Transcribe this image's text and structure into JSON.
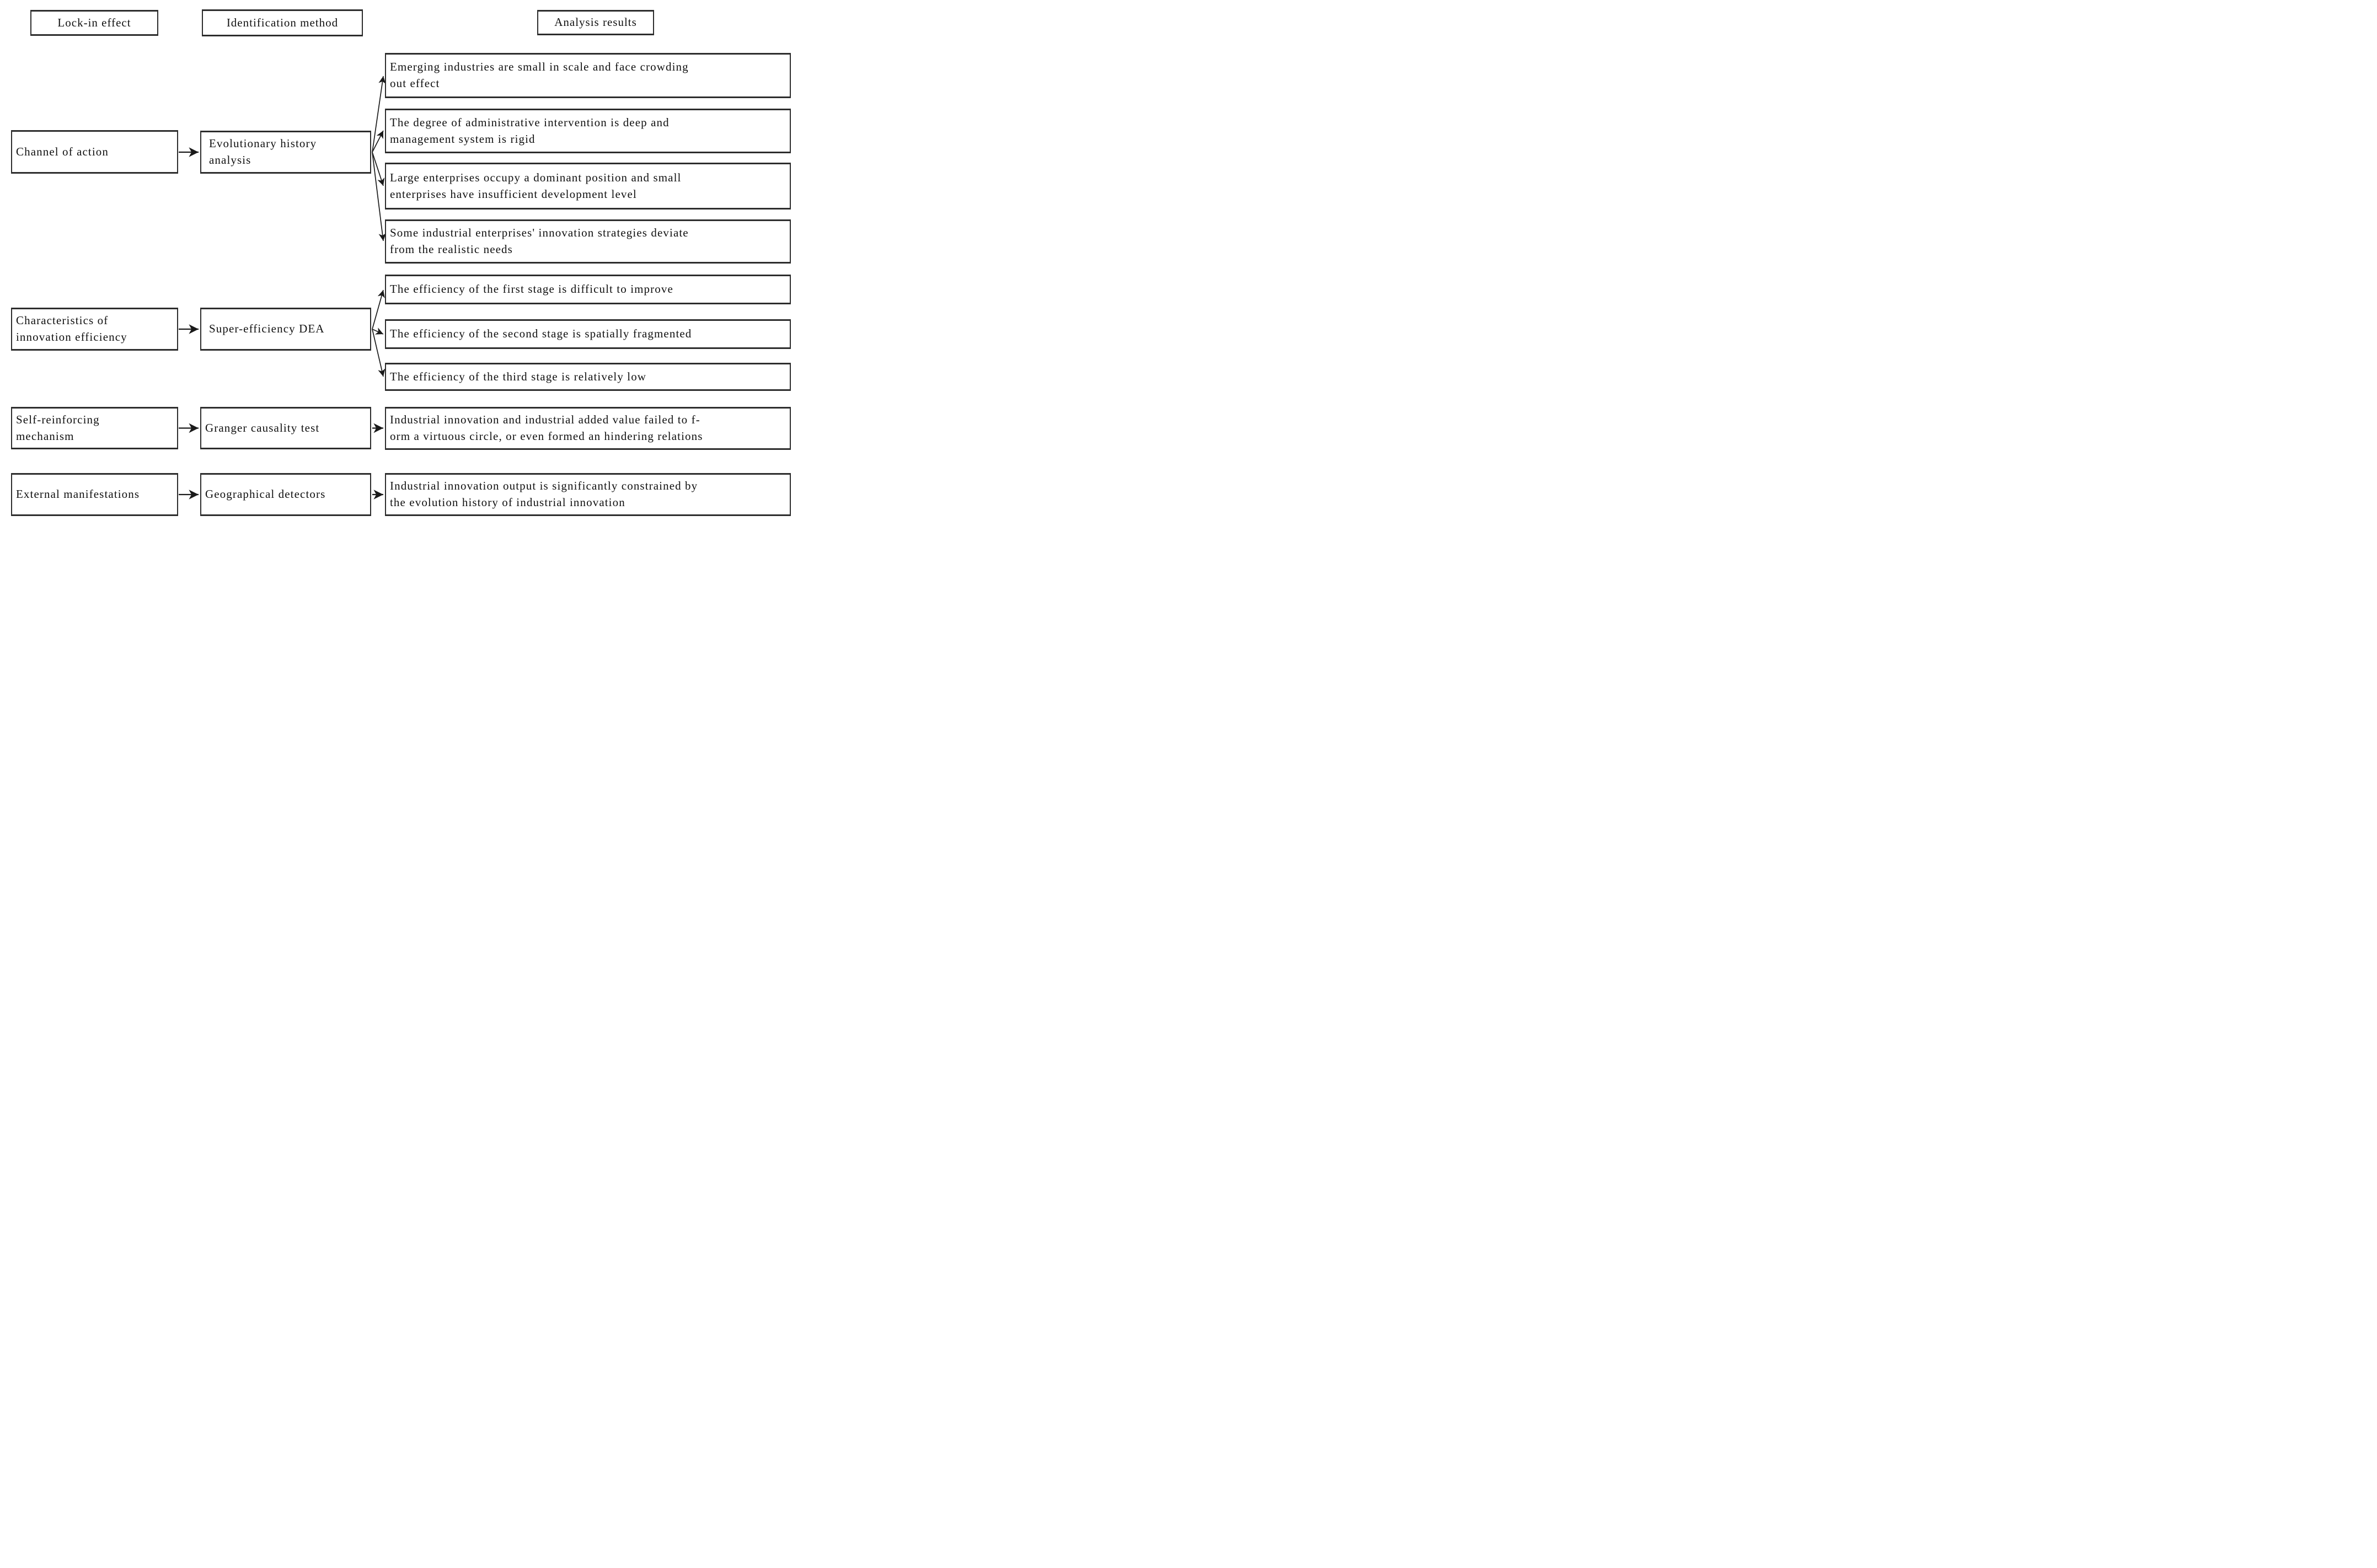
{
  "headers": {
    "col1": "Lock-in effect",
    "col2": "Identification method",
    "col3": "Analysis results"
  },
  "effects": {
    "r1": "Channel of action",
    "r2": "Characteristics of\ninnovation efficiency",
    "r3": "Self-reinforcing\nmechanism",
    "r4": "External manifestations"
  },
  "methods": {
    "r1": "Evolutionary history\nanalysis",
    "r2": "Super-efficiency DEA",
    "r3": "Granger causality test",
    "r4": "Geographical detectors"
  },
  "results": {
    "r1": "Emerging industries are small in scale and face crowding\nout effect",
    "r2": "The degree of administrative intervention is deep and\nmanagement system is rigid",
    "r3": "Large enterprises occupy a dominant position and small\nenterprises have insufficient development level",
    "r4": "Some industrial enterprises' innovation strategies deviate\nfrom the realistic needs",
    "r5": "The efficiency of the first stage is difficult to improve",
    "r6": "The efficiency of the second stage is spatially fragmented",
    "r7": "The efficiency of the third stage is relatively low",
    "r8": "Industrial innovation and industrial added value failed to f-\norm a virtuous circle, or even formed an hindering relations",
    "r9": "Industrial innovation output is significantly constrained by\nthe evolution history of industrial innovation"
  },
  "colors": {
    "box_border": "#2d2d2d",
    "text": "#101010",
    "arrow": "#1a1a1a",
    "background": "#ffffff"
  }
}
